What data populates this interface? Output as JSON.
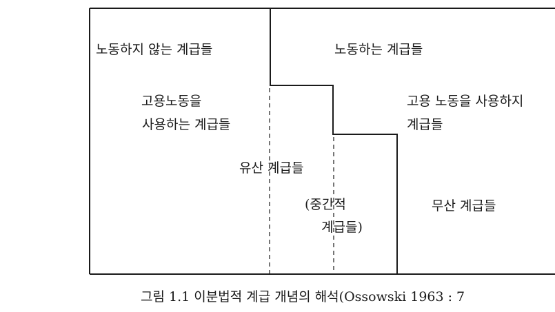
{
  "diagram": {
    "labels": {
      "non_working": "노동하지 않는 계급들",
      "working": "노동하는 계급들",
      "employing_line1": "고용노동을",
      "employing_line2": "사용하는 계급들",
      "non_employing_line1": "고용 노동을 사용하지",
      "non_employing_line2": "계급들",
      "propertied": "유산 계급들",
      "middle_line1": "(중간적",
      "middle_line2": "계급들)",
      "propertyless": "무산 계급들"
    }
  },
  "caption": "그림 1.1  이분법적 계급 개념의 해석(Ossowski 1963 : 7"
}
